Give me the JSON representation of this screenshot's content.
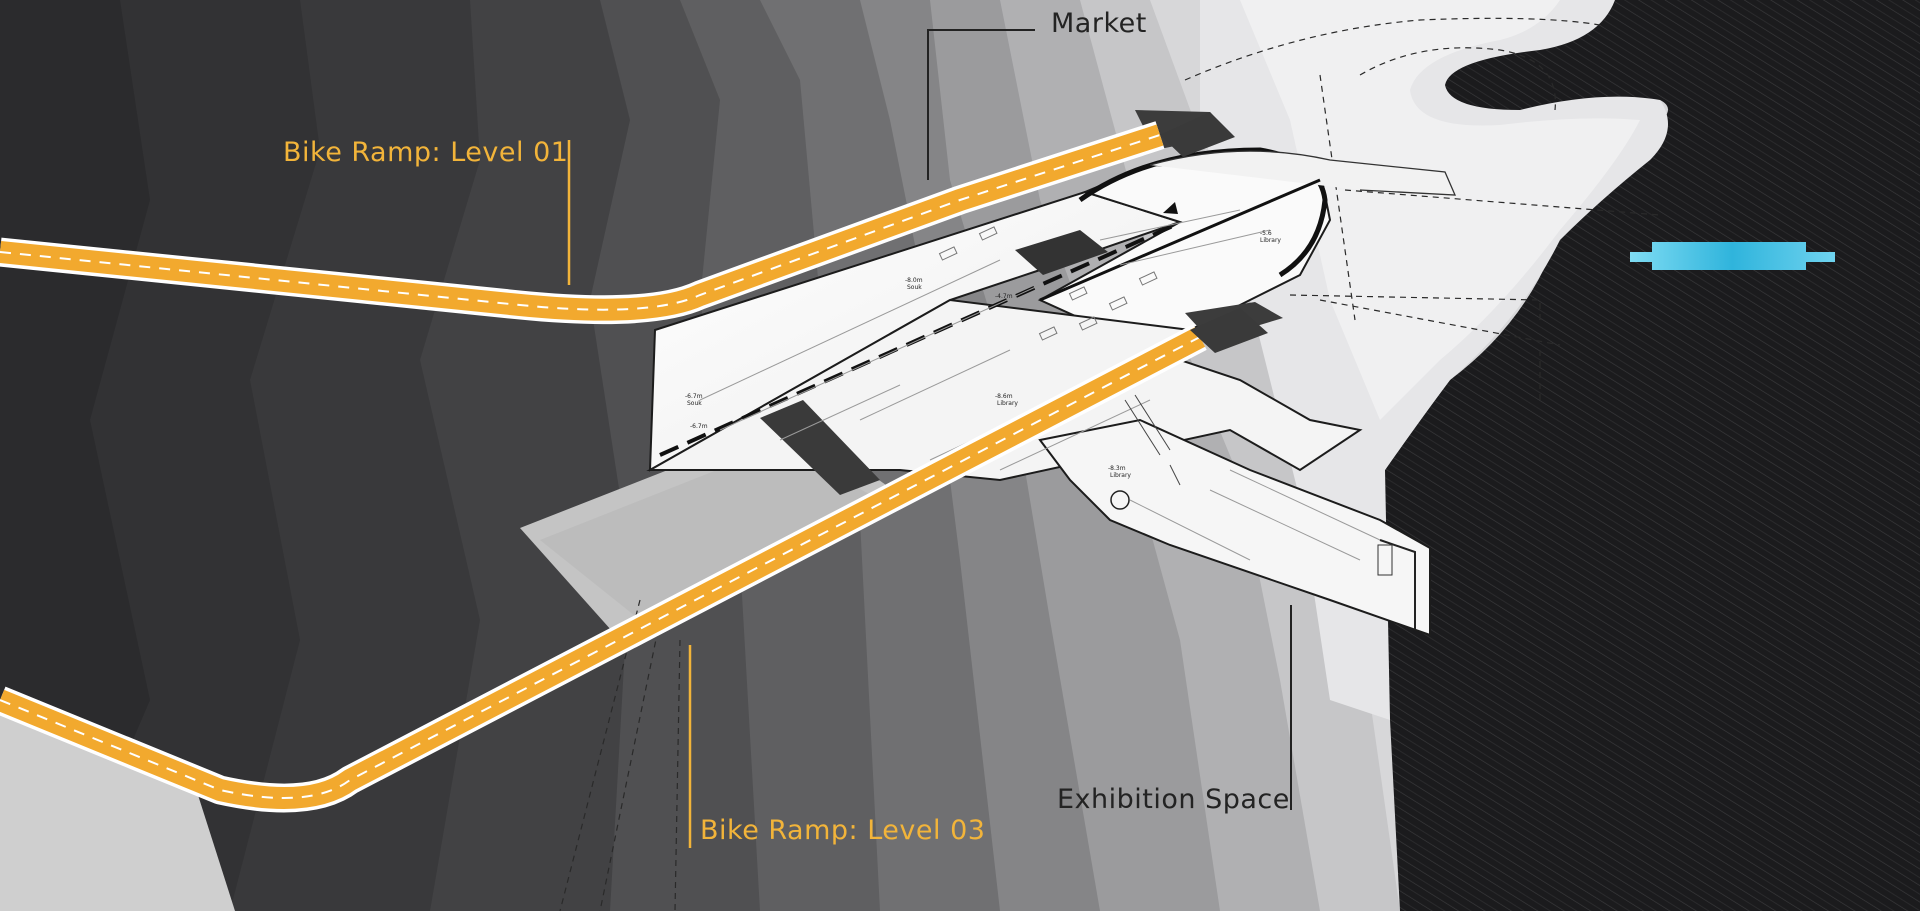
{
  "labels": {
    "market": "Market",
    "bike_ramp_level_01": "Bike Ramp: Level 01",
    "bike_ramp_level_03": "Bike Ramp: Level 03",
    "exhibition_space": "Exhibition Space"
  },
  "plan_tags": [
    {
      "elev": "-8.0m",
      "name": "Souk"
    },
    {
      "elev": "-4.7m",
      "name": ""
    },
    {
      "elev": "-5.6",
      "name": "Library"
    },
    {
      "elev": "-6.7m",
      "name": "Souk"
    },
    {
      "elev": "-6.7m",
      "name": ""
    },
    {
      "elev": "-8.6m",
      "name": "Library"
    },
    {
      "elev": "-8.3m",
      "name": "Library"
    }
  ],
  "colors": {
    "ramp": "#f2a92e",
    "accent_label": "#f2b43a",
    "dark_label": "#232323",
    "water": "#3ec3e6",
    "background_dark": "#1c1c1e",
    "floor_plate": "#f7f7f7"
  }
}
